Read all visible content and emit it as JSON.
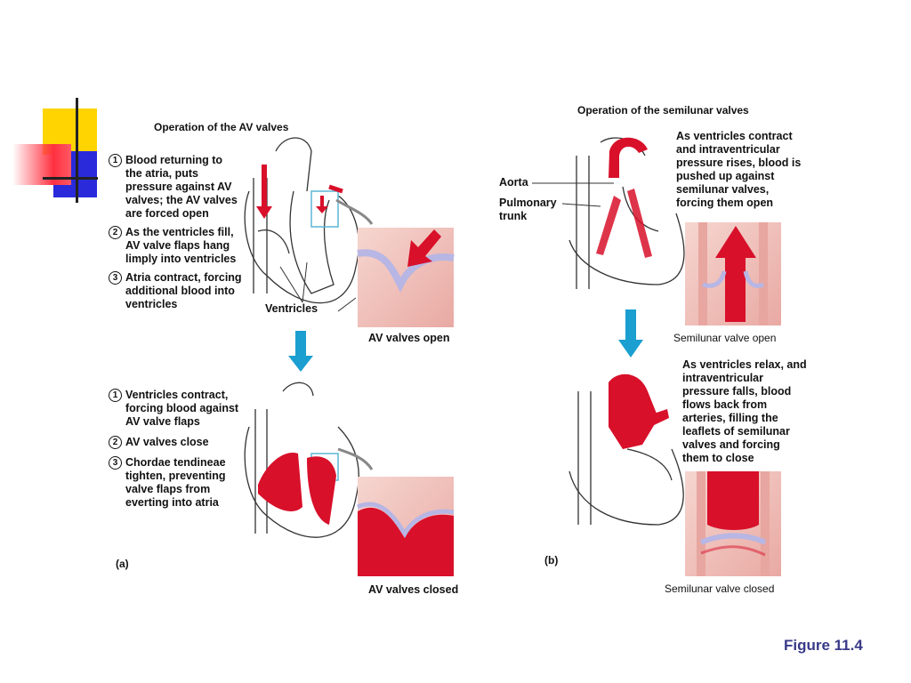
{
  "panel_a": {
    "title": "Operation of the AV valves",
    "letter": "(a)",
    "open_steps": [
      {
        "num": "1",
        "text": "Blood returning to the atria, puts pressure against AV valves; the AV valves are forced open"
      },
      {
        "num": "2",
        "text": "As the ventricles fill, AV valve flaps hang limply into ventricles"
      },
      {
        "num": "3",
        "text": "Atria contract, forcing additional blood into ventricles"
      }
    ],
    "ventricles_label": "Ventricles",
    "open_caption": "AV valves open",
    "closed_steps": [
      {
        "num": "1",
        "text": "Ventricles contract, forcing blood against AV valve flaps"
      },
      {
        "num": "2",
        "text": "AV valves close"
      },
      {
        "num": "3",
        "text": "Chordae tendineae tighten, preventing valve flaps from everting into atria"
      }
    ],
    "closed_caption": "AV valves closed"
  },
  "panel_b": {
    "title": "Operation of the semilunar valves",
    "letter": "(b)",
    "aorta_label": "Aorta",
    "pulmonary_label": "Pulmonary trunk",
    "open_text": "As ventricles contract and intraventricular pressure rises, blood is pushed up against semilunar valves, forcing them open",
    "open_caption": "Semilunar valve open",
    "closed_text": "As ventricles relax, and intraventricular pressure falls, blood flows back from arteries, filling the leaflets of semilunar valves and forcing them to close",
    "closed_caption": "Semilunar valve closed"
  },
  "figure_label": "Figure 11.4",
  "colors": {
    "blood_red": "#d8102a",
    "arrow_blue": "#1a9fd0",
    "tissue_pink": "#f2c6c0",
    "valve_lavender": "#b7b6e4",
    "deco_yellow": "#ffd400",
    "deco_blue": "#2a2adb",
    "deco_red": "#ff3040",
    "figure_text": "#3a3a8a"
  }
}
